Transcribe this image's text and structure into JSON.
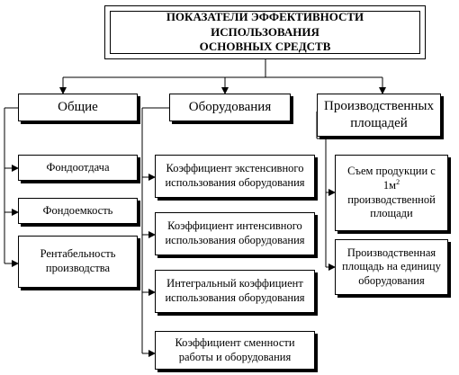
{
  "title": {
    "line1": "ПОКАЗАТЕЛИ ЭФФЕКТИВНОСТИ ИСПОЛЬЗОВАНИЯ",
    "line2": "ОСНОВНЫХ СРЕДСТВ"
  },
  "categories": {
    "general": "Общие",
    "equipment": "Оборудования",
    "areas_line1": "Производственных",
    "areas_line2": "площадей"
  },
  "general_items": {
    "item1": "Фондоотдача",
    "item2": "Фондоемкость",
    "item3_line1": "Рентабельность",
    "item3_line2": "производства"
  },
  "equipment_items": {
    "item1_line1": "Коэффициент экстенсивного",
    "item1_line2": "использования оборудования",
    "item2_line1": "Коэффициент интенсивного",
    "item2_line2": "использования оборудования",
    "item3_line1": "Интегральный коэффициент",
    "item3_line2": "использования оборудования",
    "item4_line1": "Коэффициент сменности",
    "item4_line2": "работы и оборудования"
  },
  "area_items": {
    "item1_line1": "Съем продукции с",
    "item1_line2_a": "1м",
    "item1_line2_sup": "2",
    "item1_line3": "производственной",
    "item1_line4": "площади",
    "item2_line1": "Производственная",
    "item2_line2": "площадь на единицу",
    "item2_line3": "оборудования"
  }
}
